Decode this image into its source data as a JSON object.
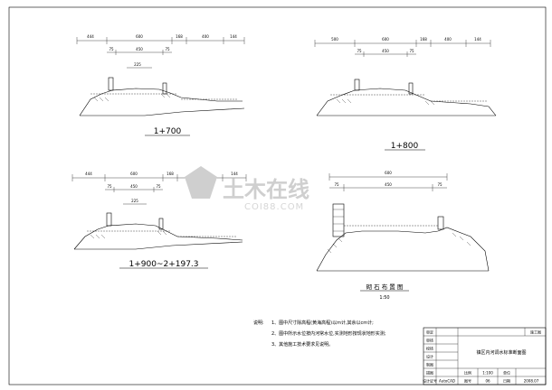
{
  "sections": [
    {
      "id": "s1",
      "dims": [
        "444",
        "600",
        "168",
        "400",
        "144"
      ],
      "subdims": [
        "75",
        "450",
        "75"
      ],
      "callouts": [
        "225"
      ],
      "label": "1+700"
    },
    {
      "id": "s2",
      "dims": [
        "500",
        "600",
        "168",
        "400",
        "144"
      ],
      "subdims": [
        "75",
        "450",
        "75"
      ],
      "label": "1+800"
    },
    {
      "id": "s3",
      "dims": [
        "444",
        "600",
        "168",
        "400",
        "144"
      ],
      "subdims": [
        "75",
        "450",
        "75"
      ],
      "callouts": [
        "225"
      ],
      "label": "1+900~2+197.3"
    }
  ],
  "detail": {
    "dims": [
      "600",
      "75",
      "450",
      "75"
    ],
    "title": "砌 石 布 置 图",
    "scale": "1:50"
  },
  "notes": {
    "heading": "说明:",
    "items": [
      "1、图中尺寸除高程(黄海高程)以m计,其余以cm计;",
      "2、图中所示水位按内河常水位,实测地形按现状地形实测;",
      "3、其他施工技术要求见说明。"
    ]
  },
  "titleblock": {
    "stage": "施工图",
    "rows_left": [
      "审定",
      "审核",
      "校核",
      "设计",
      "制图",
      "描图",
      "设计证号"
    ],
    "drawing_title": "镇区内河调水标准断面图",
    "scale_label": "比例",
    "scale_value": "1:100",
    "unit_label": "单位",
    "sheet_label": "图号",
    "sheet_value": "06",
    "date_label": "日期",
    "date_value": "2008.07",
    "software": "AutoCAD"
  },
  "watermark": {
    "main": "土木在线",
    "sub": "COI88.COM"
  }
}
